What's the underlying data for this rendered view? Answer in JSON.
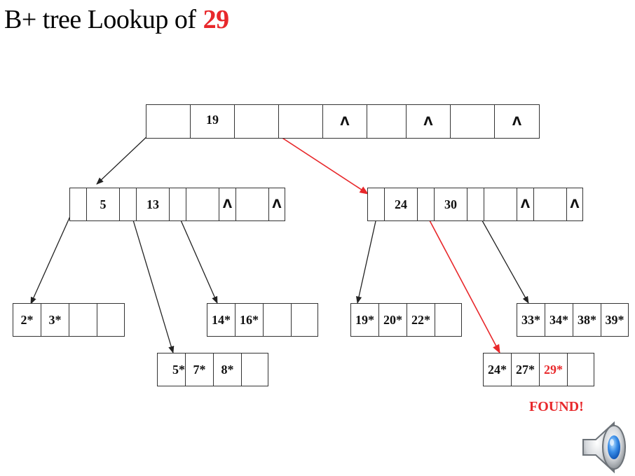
{
  "title": {
    "text": "B+ tree Lookup of",
    "key": "29"
  },
  "colors": {
    "highlight": "#e8282b",
    "edge": "#222222",
    "lines": "#333333"
  },
  "nodes": {
    "root": [
      "",
      "19",
      "",
      "",
      "Λ",
      "",
      "Λ",
      "",
      "Λ"
    ],
    "internal_left": [
      "",
      "5",
      "",
      "13",
      "",
      "",
      "Λ",
      "",
      "Λ"
    ],
    "internal_right": [
      "",
      "24",
      "",
      "30",
      "",
      "",
      "Λ",
      "",
      "Λ"
    ],
    "leaf_1": [
      "2*",
      "3*",
      "",
      ""
    ],
    "leaf_2": [
      "5*",
      "7*",
      "8*",
      ""
    ],
    "leaf_3": [
      "14*",
      "16*",
      "",
      ""
    ],
    "leaf_4": [
      "19*",
      "20*",
      "22*",
      ""
    ],
    "leaf_5": [
      "24*",
      "27*",
      "29*",
      ""
    ],
    "leaf_6": [
      "33*",
      "34*",
      "38*",
      "39*"
    ]
  },
  "found_label": "FOUND!",
  "icons": {
    "speaker": "speaker-icon"
  }
}
